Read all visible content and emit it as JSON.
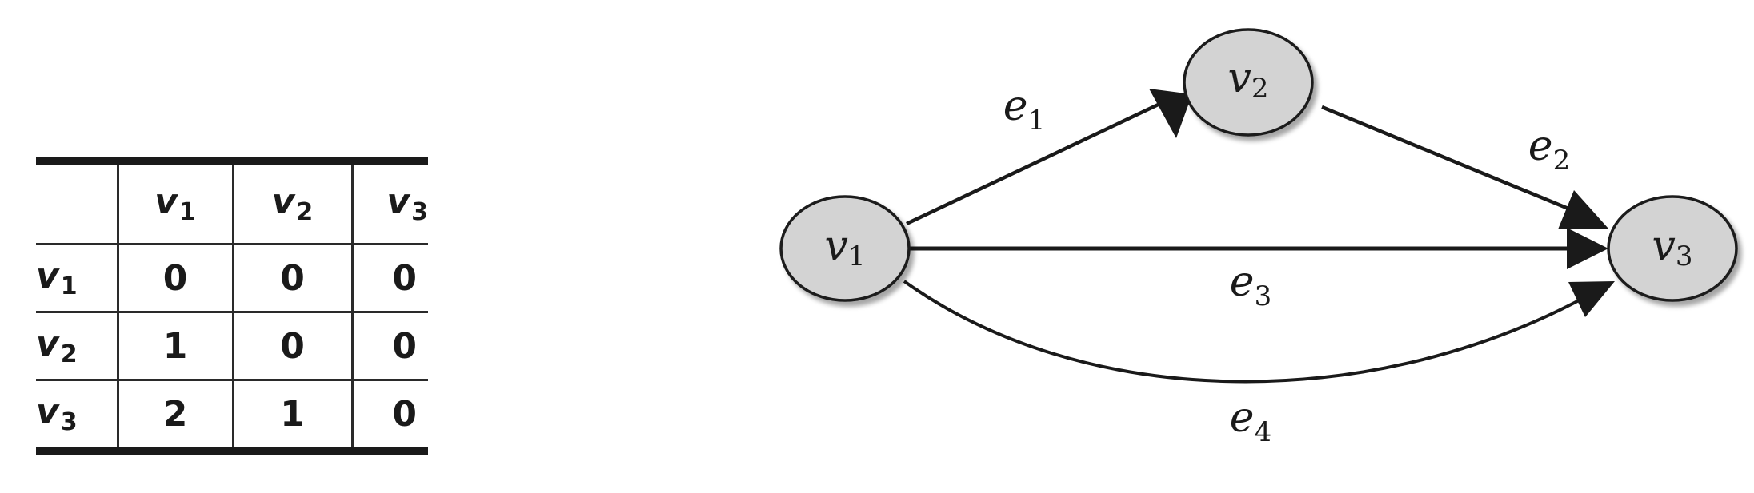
{
  "table": {
    "columns": [
      {
        "name": "v",
        "sub": "1"
      },
      {
        "name": "v",
        "sub": "2"
      },
      {
        "name": "v",
        "sub": "3"
      }
    ],
    "rows": [
      {
        "name": "v",
        "sub": "1",
        "cells": [
          "0",
          "0",
          "0"
        ]
      },
      {
        "name": "v",
        "sub": "2",
        "cells": [
          "1",
          "0",
          "0"
        ]
      },
      {
        "name": "v",
        "sub": "3",
        "cells": [
          "2",
          "1",
          "0"
        ]
      }
    ]
  },
  "graph": {
    "nodes": [
      {
        "id": "v1",
        "name": "v",
        "sub": "1"
      },
      {
        "id": "v2",
        "name": "v",
        "sub": "2"
      },
      {
        "id": "v3",
        "name": "v",
        "sub": "3"
      }
    ],
    "edges": [
      {
        "id": "e1",
        "from": "v1",
        "to": "v2",
        "name": "e",
        "sub": "1"
      },
      {
        "id": "e2",
        "from": "v2",
        "to": "v3",
        "name": "e",
        "sub": "2"
      },
      {
        "id": "e3",
        "from": "v1",
        "to": "v3",
        "name": "e",
        "sub": "3"
      },
      {
        "id": "e4",
        "from": "v1",
        "to": "v3",
        "name": "e",
        "sub": "4"
      }
    ],
    "node_fill": "#d3d3d3",
    "stroke_color": "#1a1a1a"
  }
}
